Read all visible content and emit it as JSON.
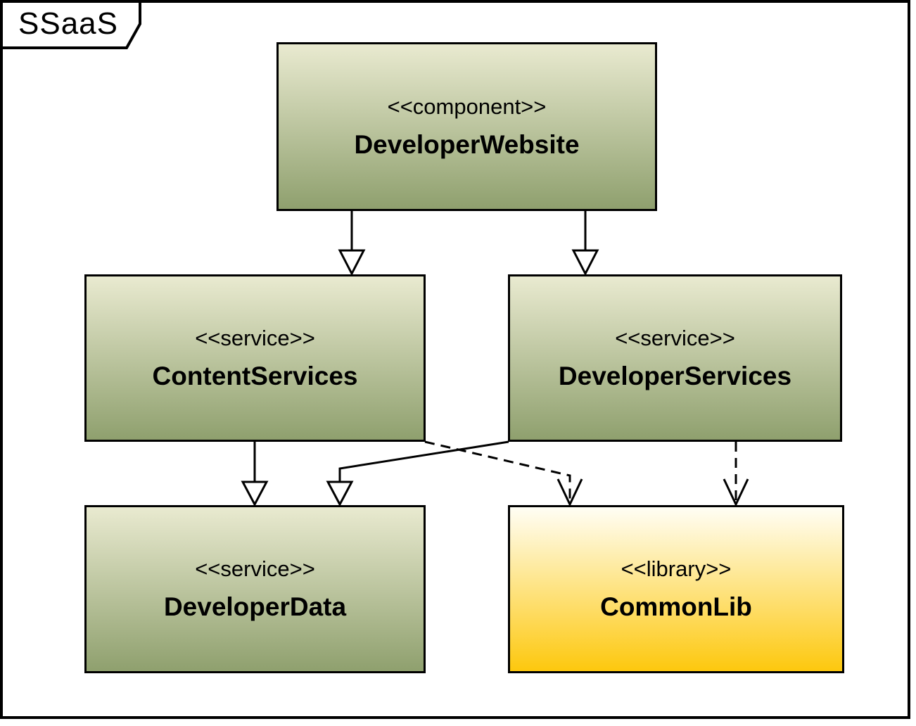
{
  "frame": {
    "label": "SSaaS"
  },
  "nodes": [
    {
      "id": "developer-website",
      "stereotype": "<<component>>",
      "name": "DeveloperWebsite",
      "fill_style": "green-gradient"
    },
    {
      "id": "content-services",
      "stereotype": "<<service>>",
      "name": "ContentServices",
      "fill_style": "green-gradient"
    },
    {
      "id": "developer-services",
      "stereotype": "<<service>>",
      "name": "DeveloperServices",
      "fill_style": "green-gradient"
    },
    {
      "id": "developer-data",
      "stereotype": "<<service>>",
      "name": "DeveloperData",
      "fill_style": "green-gradient"
    },
    {
      "id": "common-lib",
      "stereotype": "<<library>>",
      "name": "CommonLib",
      "fill_style": "gold-gradient"
    }
  ],
  "connectors": [
    {
      "from": "DeveloperWebsite",
      "to": "ContentServices",
      "line": "solid",
      "head": "open-triangle"
    },
    {
      "from": "DeveloperWebsite",
      "to": "DeveloperServices",
      "line": "solid",
      "head": "open-triangle"
    },
    {
      "from": "ContentServices",
      "to": "DeveloperData",
      "line": "solid",
      "head": "open-triangle"
    },
    {
      "from": "DeveloperServices",
      "to": "DeveloperData",
      "line": "solid",
      "head": "open-triangle"
    },
    {
      "from": "ContentServices",
      "to": "CommonLib",
      "line": "dashed",
      "head": "open-v"
    },
    {
      "from": "DeveloperServices",
      "to": "CommonLib",
      "line": "dashed",
      "head": "open-v"
    }
  ],
  "colors": {
    "green_top": "#e9ead0",
    "green_bottom": "#8fa06e",
    "gold_top": "#fffef5",
    "gold_bottom": "#fdc80e",
    "line": "#000000"
  }
}
